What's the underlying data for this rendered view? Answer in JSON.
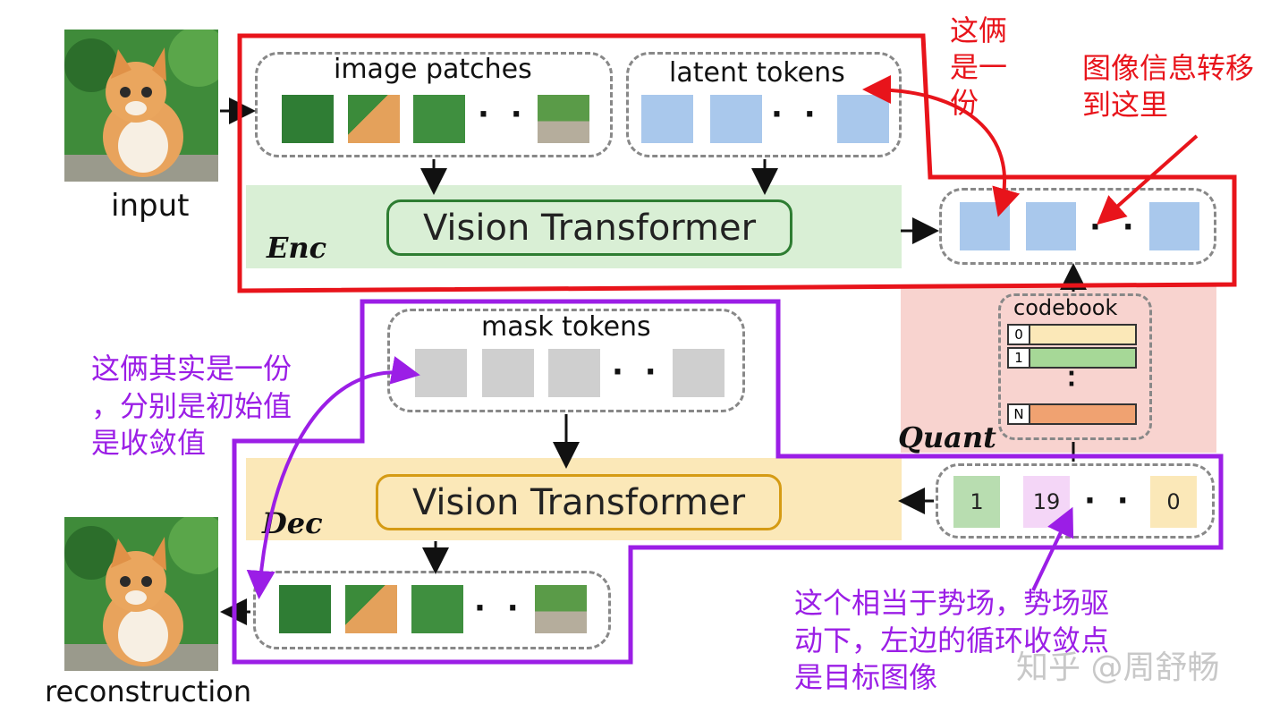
{
  "labels": {
    "input": "input",
    "reconstruction": "reconstruction",
    "image_patches": "image patches",
    "latent_tokens": "latent tokens",
    "mask_tokens": "mask tokens",
    "codebook": "codebook",
    "enc": "Enc",
    "dec": "Dec",
    "quant": "Quant",
    "enc_vt": "Vision Transformer",
    "dec_vt": "Vision Transformer",
    "dots": "· · ·",
    "codebook_dots": "·\n·"
  },
  "codebook_entries": [
    "0",
    "1",
    "N"
  ],
  "quant_tokens": [
    "1",
    "19",
    "0"
  ],
  "annotations": {
    "same_copy": "这俩\n是一\n份",
    "info_moves": "图像信息转移\n到这里",
    "init_and_converged": "这俩其实是一份\n，分别是初始值\n是收敛值",
    "potential_field": "这个相当于势场，势场驱\n动下，左边的循环收敛点\n是目标图像"
  },
  "watermark": "知乎 @周舒畅",
  "colors": {
    "red_outline": "#e8141b",
    "purple_outline": "#9b1ee6",
    "annotation_red": "#e8141b",
    "annotation_purple": "#9b1ee6",
    "enc_band": "#d9efd5",
    "dec_band": "#fbe8b8",
    "quant_band": "#f8d3cf",
    "latent_token": "#a9c8ec",
    "mask_token": "#cfcfcf",
    "enc_vt_border": "#2e7d32",
    "dec_vt_border": "#d59b14",
    "cb_0": "#fbe8b8",
    "cb_1": "#a6d897",
    "cb_N": "#f0a271",
    "q_tok_1": "#b8ddb0",
    "q_tok_19": "#f4d6f7",
    "q_tok_0": "#fbe8b8"
  }
}
